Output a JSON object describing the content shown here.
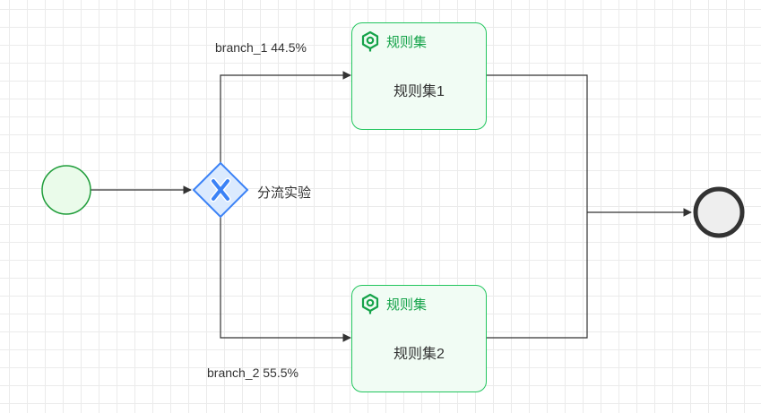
{
  "colors": {
    "line": "#333333",
    "task_border": "#22c55e",
    "task_fill": "#f1fcf4",
    "task_type_text": "#16a34a",
    "start_fill": "#eafbea",
    "start_border": "#1f9d3a",
    "gateway_fill": "#dbeafe",
    "gateway_border": "#3b82f6",
    "end_fill": "#eeeeee",
    "end_border": "#333333"
  },
  "gateway": {
    "label": "分流实验",
    "icon": "x-icon"
  },
  "edges": {
    "branch_1": "branch_1 44.5%",
    "branch_2": "branch_2 55.5%"
  },
  "tasks": [
    {
      "type_label": "规则集",
      "name": "规则集1",
      "icon": "ruleset-icon"
    },
    {
      "type_label": "规则集",
      "name": "规则集2",
      "icon": "ruleset-icon"
    }
  ]
}
